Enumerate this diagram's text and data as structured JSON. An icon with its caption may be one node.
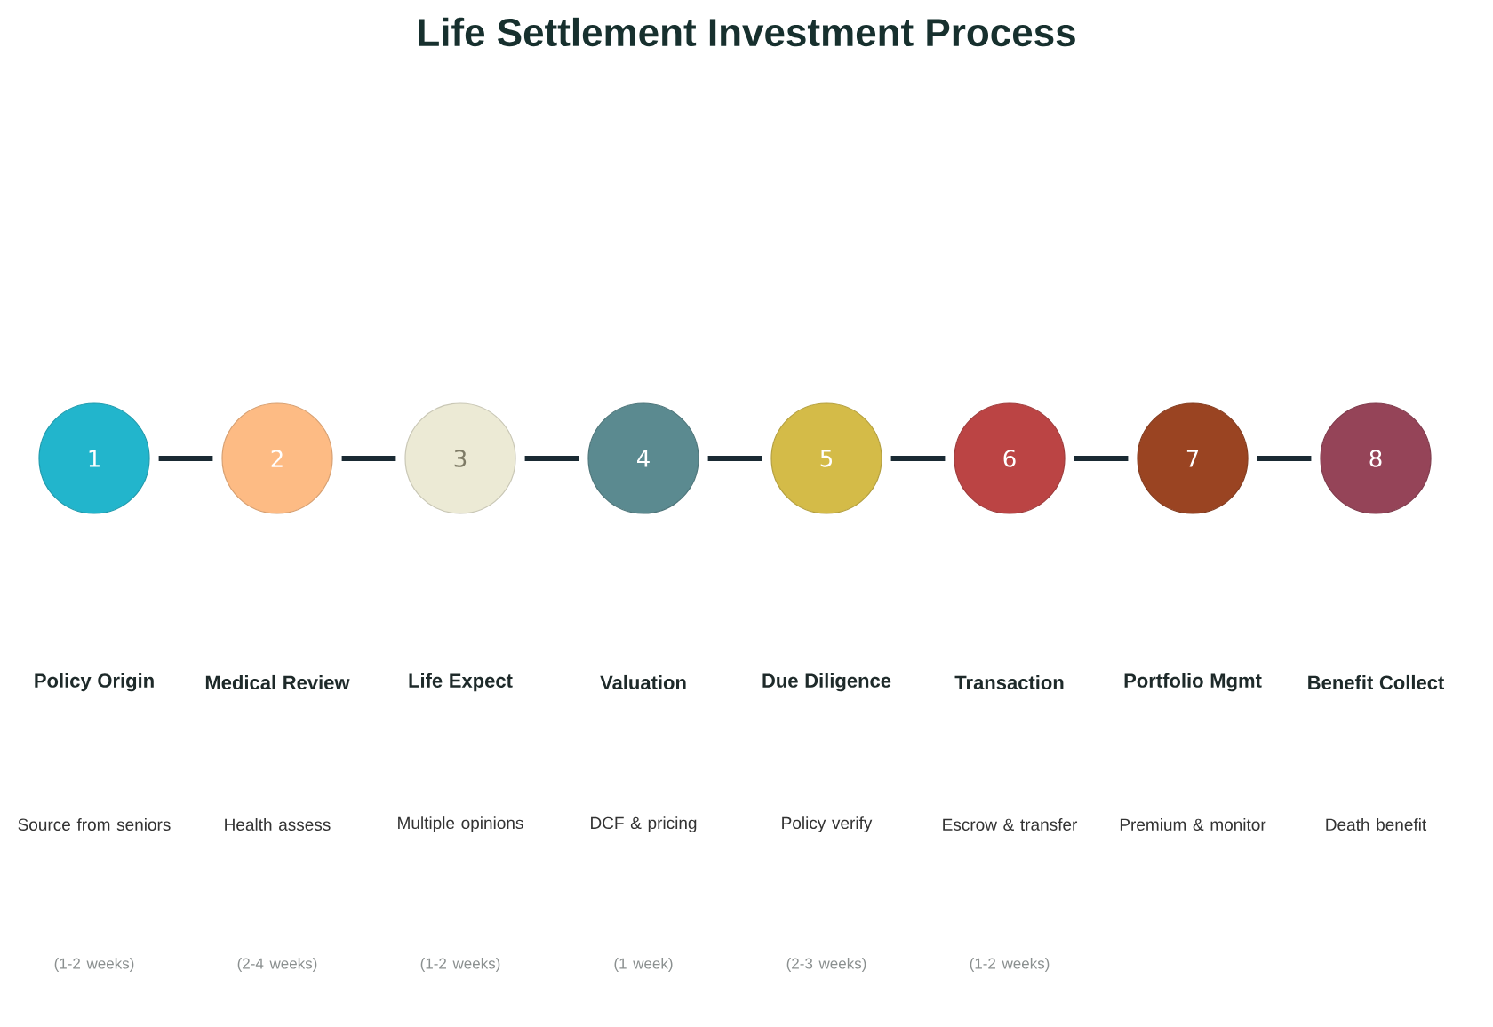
{
  "diagram": {
    "title": "Life Settlement Investment Process",
    "nodes": [
      {
        "text": [
          "1"
        ]
      },
      {
        "text": [
          "2"
        ]
      },
      {
        "text": [
          "3"
        ]
      },
      {
        "text": [
          "4"
        ]
      },
      {
        "text": [
          "5"
        ]
      },
      {
        "text": [
          "6"
        ]
      },
      {
        "text": [
          "7"
        ]
      },
      {
        "text": [
          "8"
        ]
      }
    ],
    "edges": [
      {
        "from": 0,
        "to": 1,
        "arrow": "none"
      },
      {
        "from": 1,
        "to": 2,
        "arrow": "none"
      },
      {
        "from": 2,
        "to": 3,
        "arrow": "none"
      },
      {
        "from": 3,
        "to": 4,
        "arrow": "none"
      },
      {
        "from": 4,
        "to": 5,
        "arrow": "none"
      },
      {
        "from": 5,
        "to": 6,
        "arrow": "none"
      },
      {
        "from": 6,
        "to": 7,
        "arrow": "none"
      }
    ],
    "labels": [
      "Policy Origin",
      "Medical Review",
      "Life Expect",
      "Valuation",
      "Due Diligence",
      "Transaction",
      "Portfolio Mgmt",
      "Benefit Collect",
      "Source from seniors",
      "Health assess",
      "Multiple opinions",
      "DCF & pricing",
      "Policy verify",
      "Escrow & transfer",
      "Premium & monitor",
      "Death benefit",
      "(1-2 weeks)",
      "(2-4 weeks)",
      "(1-2 weeks)",
      "(1 week)",
      "(2-3 weeks)",
      "(1-2 weeks)"
    ]
  }
}
